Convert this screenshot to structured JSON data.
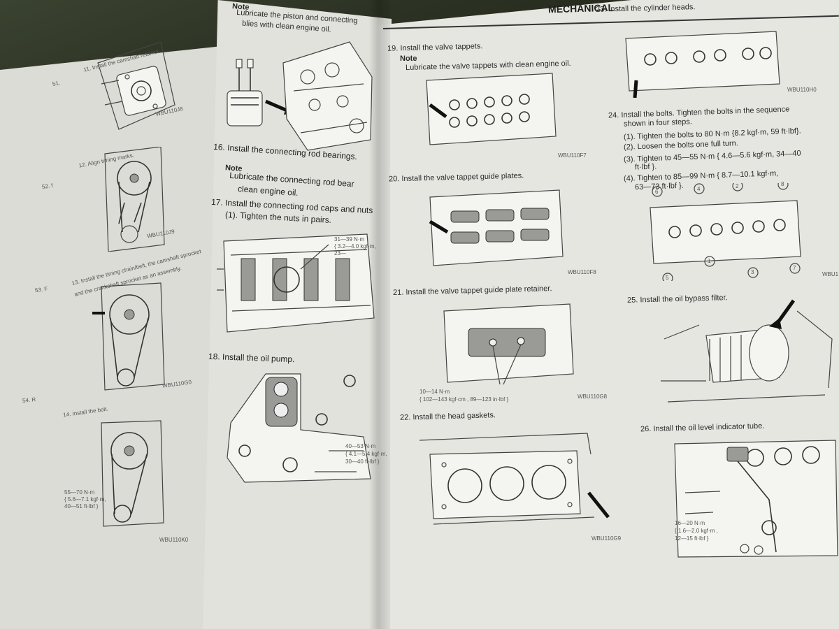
{
  "left_page": {
    "step_51": {
      "num": "51.",
      "text": "11. Install the camshaft retainer.",
      "fig": "WBU110J8"
    },
    "step_52": {
      "num": "52. f",
      "text": "12. Align timing marks.",
      "fig": "WBU110J9"
    },
    "step_53": {
      "num": "53. F",
      "line1": "13. Install the timing chain/belt, the camshaft sprocket",
      "line2": "and the crankshaft sprocket as an assembly.",
      "fig": "WBU110G0"
    },
    "step_54": {
      "num": "54. R",
      "text": "14. Install the bolt.",
      "torque1": "55—70 N·m",
      "torque2": "{ 5.6—7.1 kgf·m,",
      "torque3": "40—51 ft·lbf }",
      "fig": "WBU110K0"
    }
  },
  "middle_page": {
    "note_top_title": "Note",
    "note_top_line1": "Lubricate the piston and connecting",
    "note_top_line2": "blies with clean engine oil.",
    "step_16": "16. Install the connecting rod bearings.",
    "note_16_title": "Note",
    "note_16_line1": "Lubricate the connecting rod bear",
    "note_16_line2": "clean engine oil.",
    "step_17_line1": "17. Install the connecting rod caps and nuts",
    "step_17_line2": "(1). Tighten the nuts in pairs.",
    "torque_17_1": "31—39 N·m",
    "torque_17_2": "{ 3.2—4.0 kgf·m,",
    "torque_17_3": "23—",
    "step_18": "18. Install the oil pump.",
    "torque_18_1": "40—53 N·m",
    "torque_18_2": "{ 4.1—5.4 kgf·m,",
    "torque_18_3": "30—40 ft·lbf }"
  },
  "right_page": {
    "header": "MECHANICAL",
    "step_19": "19. Install the valve tappets.",
    "note_19_title": "Note",
    "note_19_text": "Lubricate the valve tappets with clean engine oil.",
    "fig_19": "WBU110F7",
    "step_20": "20. Install the valve tappet guide plates.",
    "fig_20": "WBU110F8",
    "step_21": "21. Install the valve tappet guide plate retainer.",
    "torque_21_1": "10—14 N·m",
    "torque_21_2": "{ 102—143 kgf·cm , 89—123 in·lbf }",
    "fig_21": "WBU110G8",
    "step_22": "22. Install the head gaskets.",
    "fig_22": "WBU110G9",
    "step_23": "23. Install the cylinder heads.",
    "fig_23": "WBU110H0",
    "step_24_line1": "24. Install the bolts. Tighten the bolts in the sequence",
    "step_24_line2": "shown in four steps.",
    "step_24_s1": "(1). Tighten the bolts to 80 N·m {8.2 kgf·m, 59 ft·lbf}.",
    "step_24_s2": "(2). Loosen the bolts one full turn.",
    "step_24_s3a": "(3). Tighten to 45—55 N·m { 4.6—5.6 kgf·m, 34—40",
    "step_24_s3b": "ft·lbf }.",
    "step_24_s4a": "(4). Tighten to 85—99 N·m { 8.7—10.1 kgf·m,",
    "step_24_s4b": "63—73 ft·lbf }.",
    "seq_labels": [
      "6",
      "4",
      "2",
      "8",
      "5",
      "1",
      "3",
      "7"
    ],
    "fig_24": "WBU1",
    "step_25": "25. Install the oil bypass filter.",
    "step_26": "26. Install the oil level indicator tube.",
    "torque_26_1": "16—20 N·m",
    "torque_26_2": "{ 1.6—2.0 kgf·m ,",
    "torque_26_3": "12—15 ft·lbf }"
  }
}
